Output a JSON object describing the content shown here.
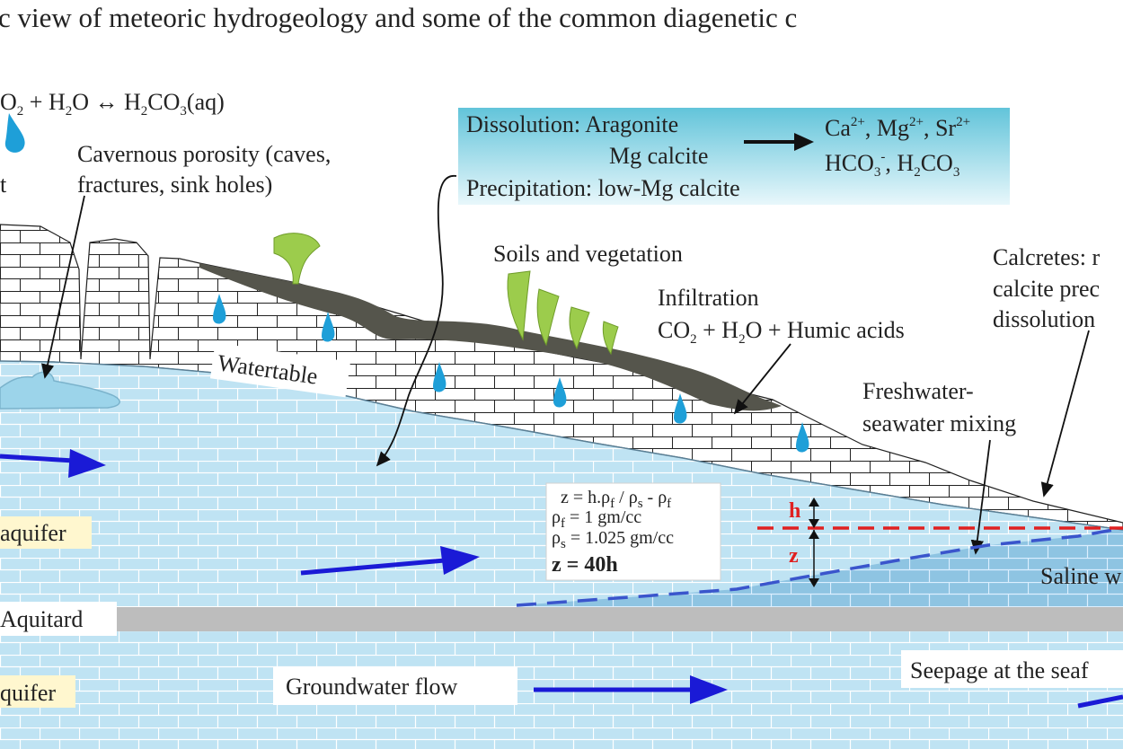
{
  "title": "c view of meteoric hydrogeology and some of the common diagenetic c",
  "equation_top": {
    "p1": "O",
    "p1_sub": "2",
    "p2": " + H",
    "p2_sub": "2",
    "p3": "O ↔ H",
    "p3_sub": "2",
    "p4": "CO",
    "p4_sub": "3",
    "p5": "(aq)"
  },
  "fragment_t": "t",
  "cavernous_porosity": [
    "Cavernous porosity (caves,",
    "fractures, sink holes)"
  ],
  "reaction_box": {
    "dissolution": "Dissolution: Aragonite",
    "mg_calcite": "Mg calcite",
    "precipitation": "Precipitation: low-Mg calcite",
    "ions_line1": {
      "ca": "Ca",
      "ca_sup": "2+",
      "mg": ", Mg",
      "mg_sup": "2+",
      "sr": ", Sr",
      "sr_sup": "2+"
    },
    "ions_line2": {
      "a": "HCO",
      "a_sub": "3",
      "a_sup": "-",
      "b": ", H",
      "b_sub": "2",
      "c": "CO",
      "c_sub": "3"
    }
  },
  "soils_vegetation": "Soils and vegetation",
  "infiltration": {
    "title": "Infiltration",
    "co2": "CO",
    "co2_sub": "2",
    "h2o": " + H",
    "h2o_sub": "2",
    "rest": "O + Humic acids"
  },
  "calcretes": [
    "Calcretes: r",
    "calcite prec",
    "dissolution"
  ],
  "watertable": "Watertable",
  "freshwater_mixing": [
    "Freshwater-",
    "seawater mixing"
  ],
  "formula_box": {
    "line1": {
      "a": "z = h.ρ",
      "a_sub": "f",
      "b": " / ρ",
      "b_sub": "s",
      "c": " - ρ",
      "c_sub": "f"
    },
    "line2": {
      "a": "ρ",
      "a_sub": "f",
      "b": " = 1 gm/cc"
    },
    "line3": {
      "a": "ρ",
      "a_sub": "s",
      "b": " = 1.025 gm/cc"
    },
    "result": "z = 40h"
  },
  "h_label": "h",
  "z_label": "z",
  "aquifer_upper": "aquifer",
  "aquitard": "Aquitard",
  "aquifer_lower": "quifer",
  "saline_label": "Saline w",
  "groundwater_flow": "Groundwater flow",
  "seepage": "Seepage at the seaf",
  "colors": {
    "water": "#bfe3f3",
    "saline": "#8ec4e2",
    "aquitard": "#bdbdbd",
    "soil": "#55554c",
    "vegetation": "#9ccc4c",
    "arrow_blue": "#1a1ad6",
    "label_bg": "#fff7cf",
    "drop": "#1e9fd8",
    "red": "#e02020"
  }
}
